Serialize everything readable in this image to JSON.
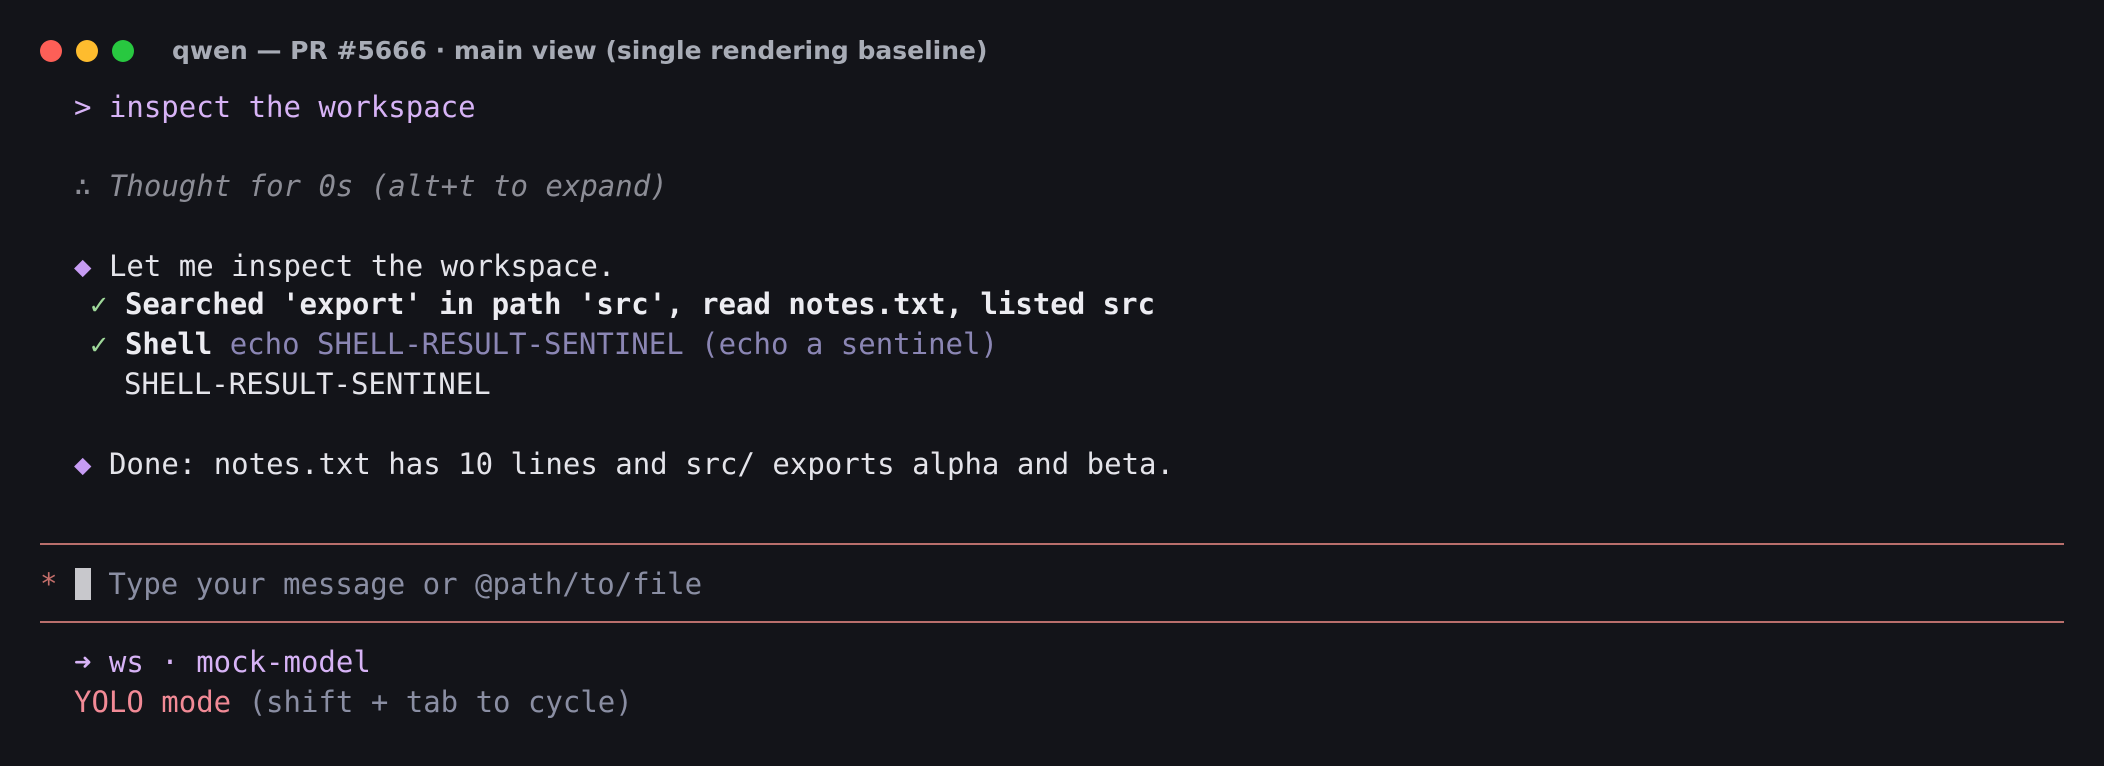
{
  "window": {
    "title": "qwen — PR #5666 · main view (single rendering baseline)"
  },
  "conversation": {
    "user_prompt": "> inspect the workspace",
    "thought": {
      "glyph": "∴",
      "text": "Thought for 0s (alt+t to expand)"
    },
    "assistant_intro": {
      "glyph": "◆",
      "text": "Let me inspect the workspace."
    },
    "tool_calls": [
      {
        "status_glyph": "✓",
        "title": "Searched 'export' in path 'src', read notes.txt, listed src",
        "detail": ""
      },
      {
        "status_glyph": "✓",
        "title": "Shell",
        "detail": "echo SHELL-RESULT-SENTINEL (echo a sentinel)",
        "output": "SHELL-RESULT-SENTINEL"
      }
    ],
    "assistant_done": {
      "glyph": "◆",
      "text": "Done: notes.txt has 10 lines and src/ exports alpha and beta."
    }
  },
  "input": {
    "prefix": "*",
    "placeholder": "Type your message or @path/to/file"
  },
  "footer": {
    "context": "➜ ws · mock-model",
    "mode_label": "YOLO mode",
    "mode_hint": " (shift + tab to cycle)"
  },
  "colors": {
    "background": "#131419",
    "accent_purple": "#d7b3f6",
    "divider": "#b96f6c",
    "yolo": "#f28a96",
    "check": "#9fd89a"
  }
}
